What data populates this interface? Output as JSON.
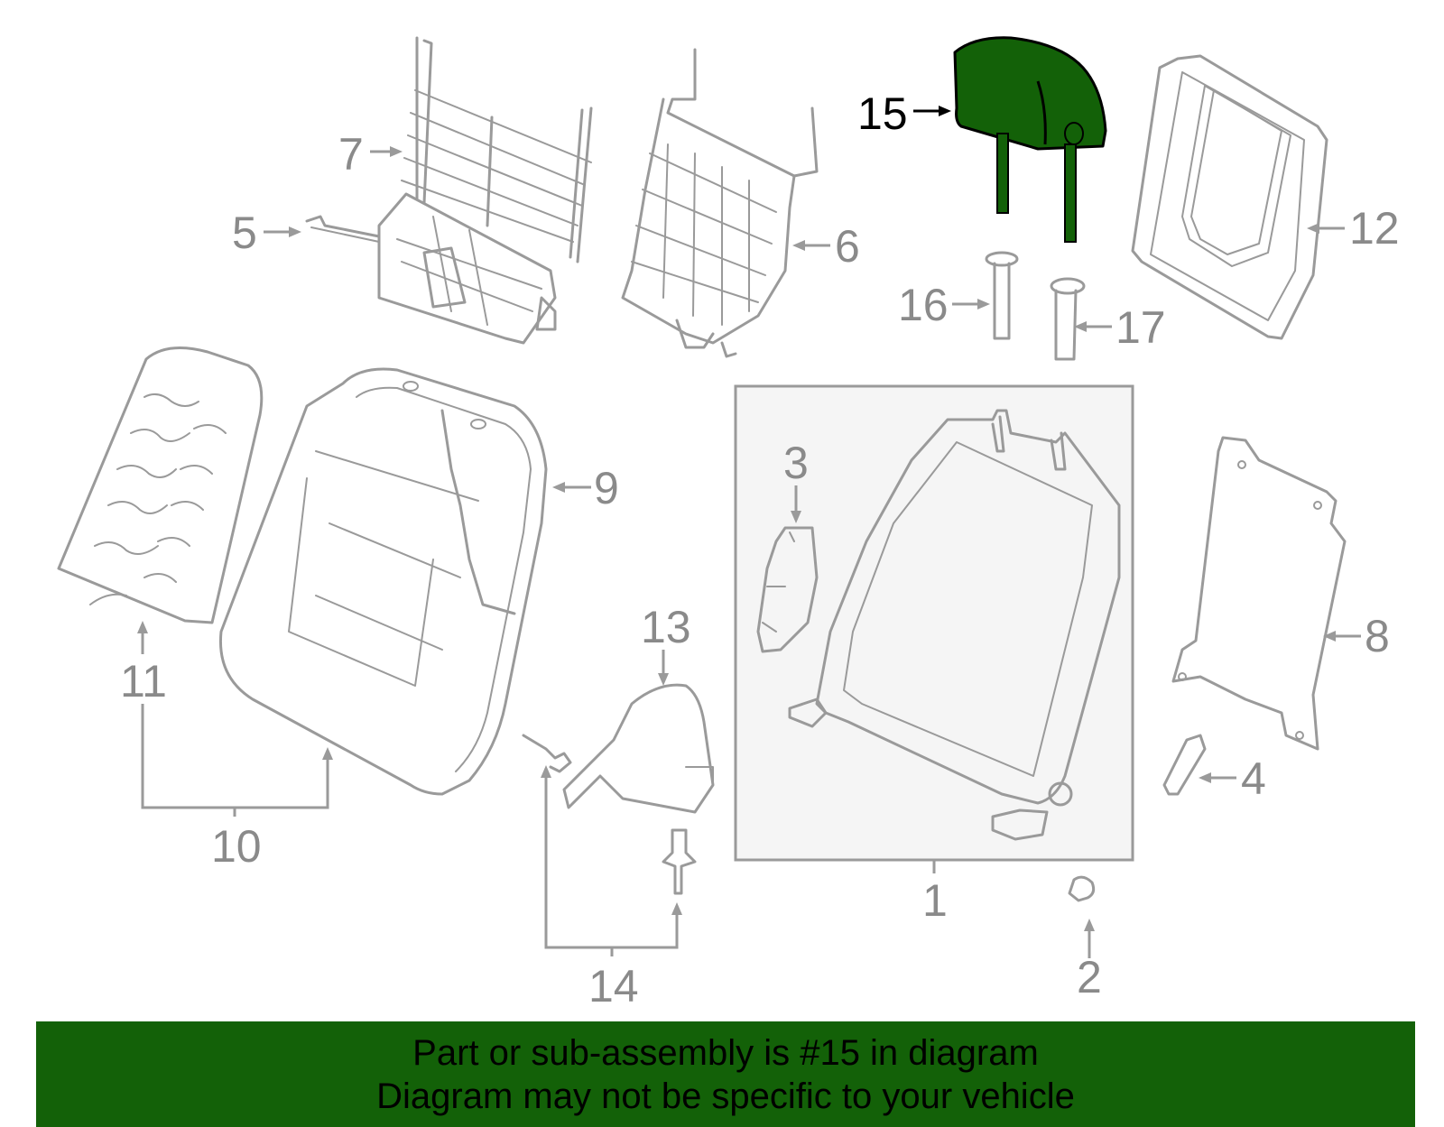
{
  "diagram": {
    "highlight_color": "#136108",
    "line_color": "#9a9a9a",
    "highlighted_part": "15",
    "callouts": {
      "c1": "1",
      "c2": "2",
      "c3": "3",
      "c4": "4",
      "c5": "5",
      "c6": "6",
      "c7": "7",
      "c8": "8",
      "c9": "9",
      "c10": "10",
      "c11": "11",
      "c12": "12",
      "c13": "13",
      "c14": "14",
      "c15": "15",
      "c16": "16",
      "c17": "17"
    }
  },
  "banner": {
    "line1": "Part or sub-assembly is #15 in diagram",
    "line2": "Diagram may not be specific to your vehicle",
    "background": "#136108"
  }
}
